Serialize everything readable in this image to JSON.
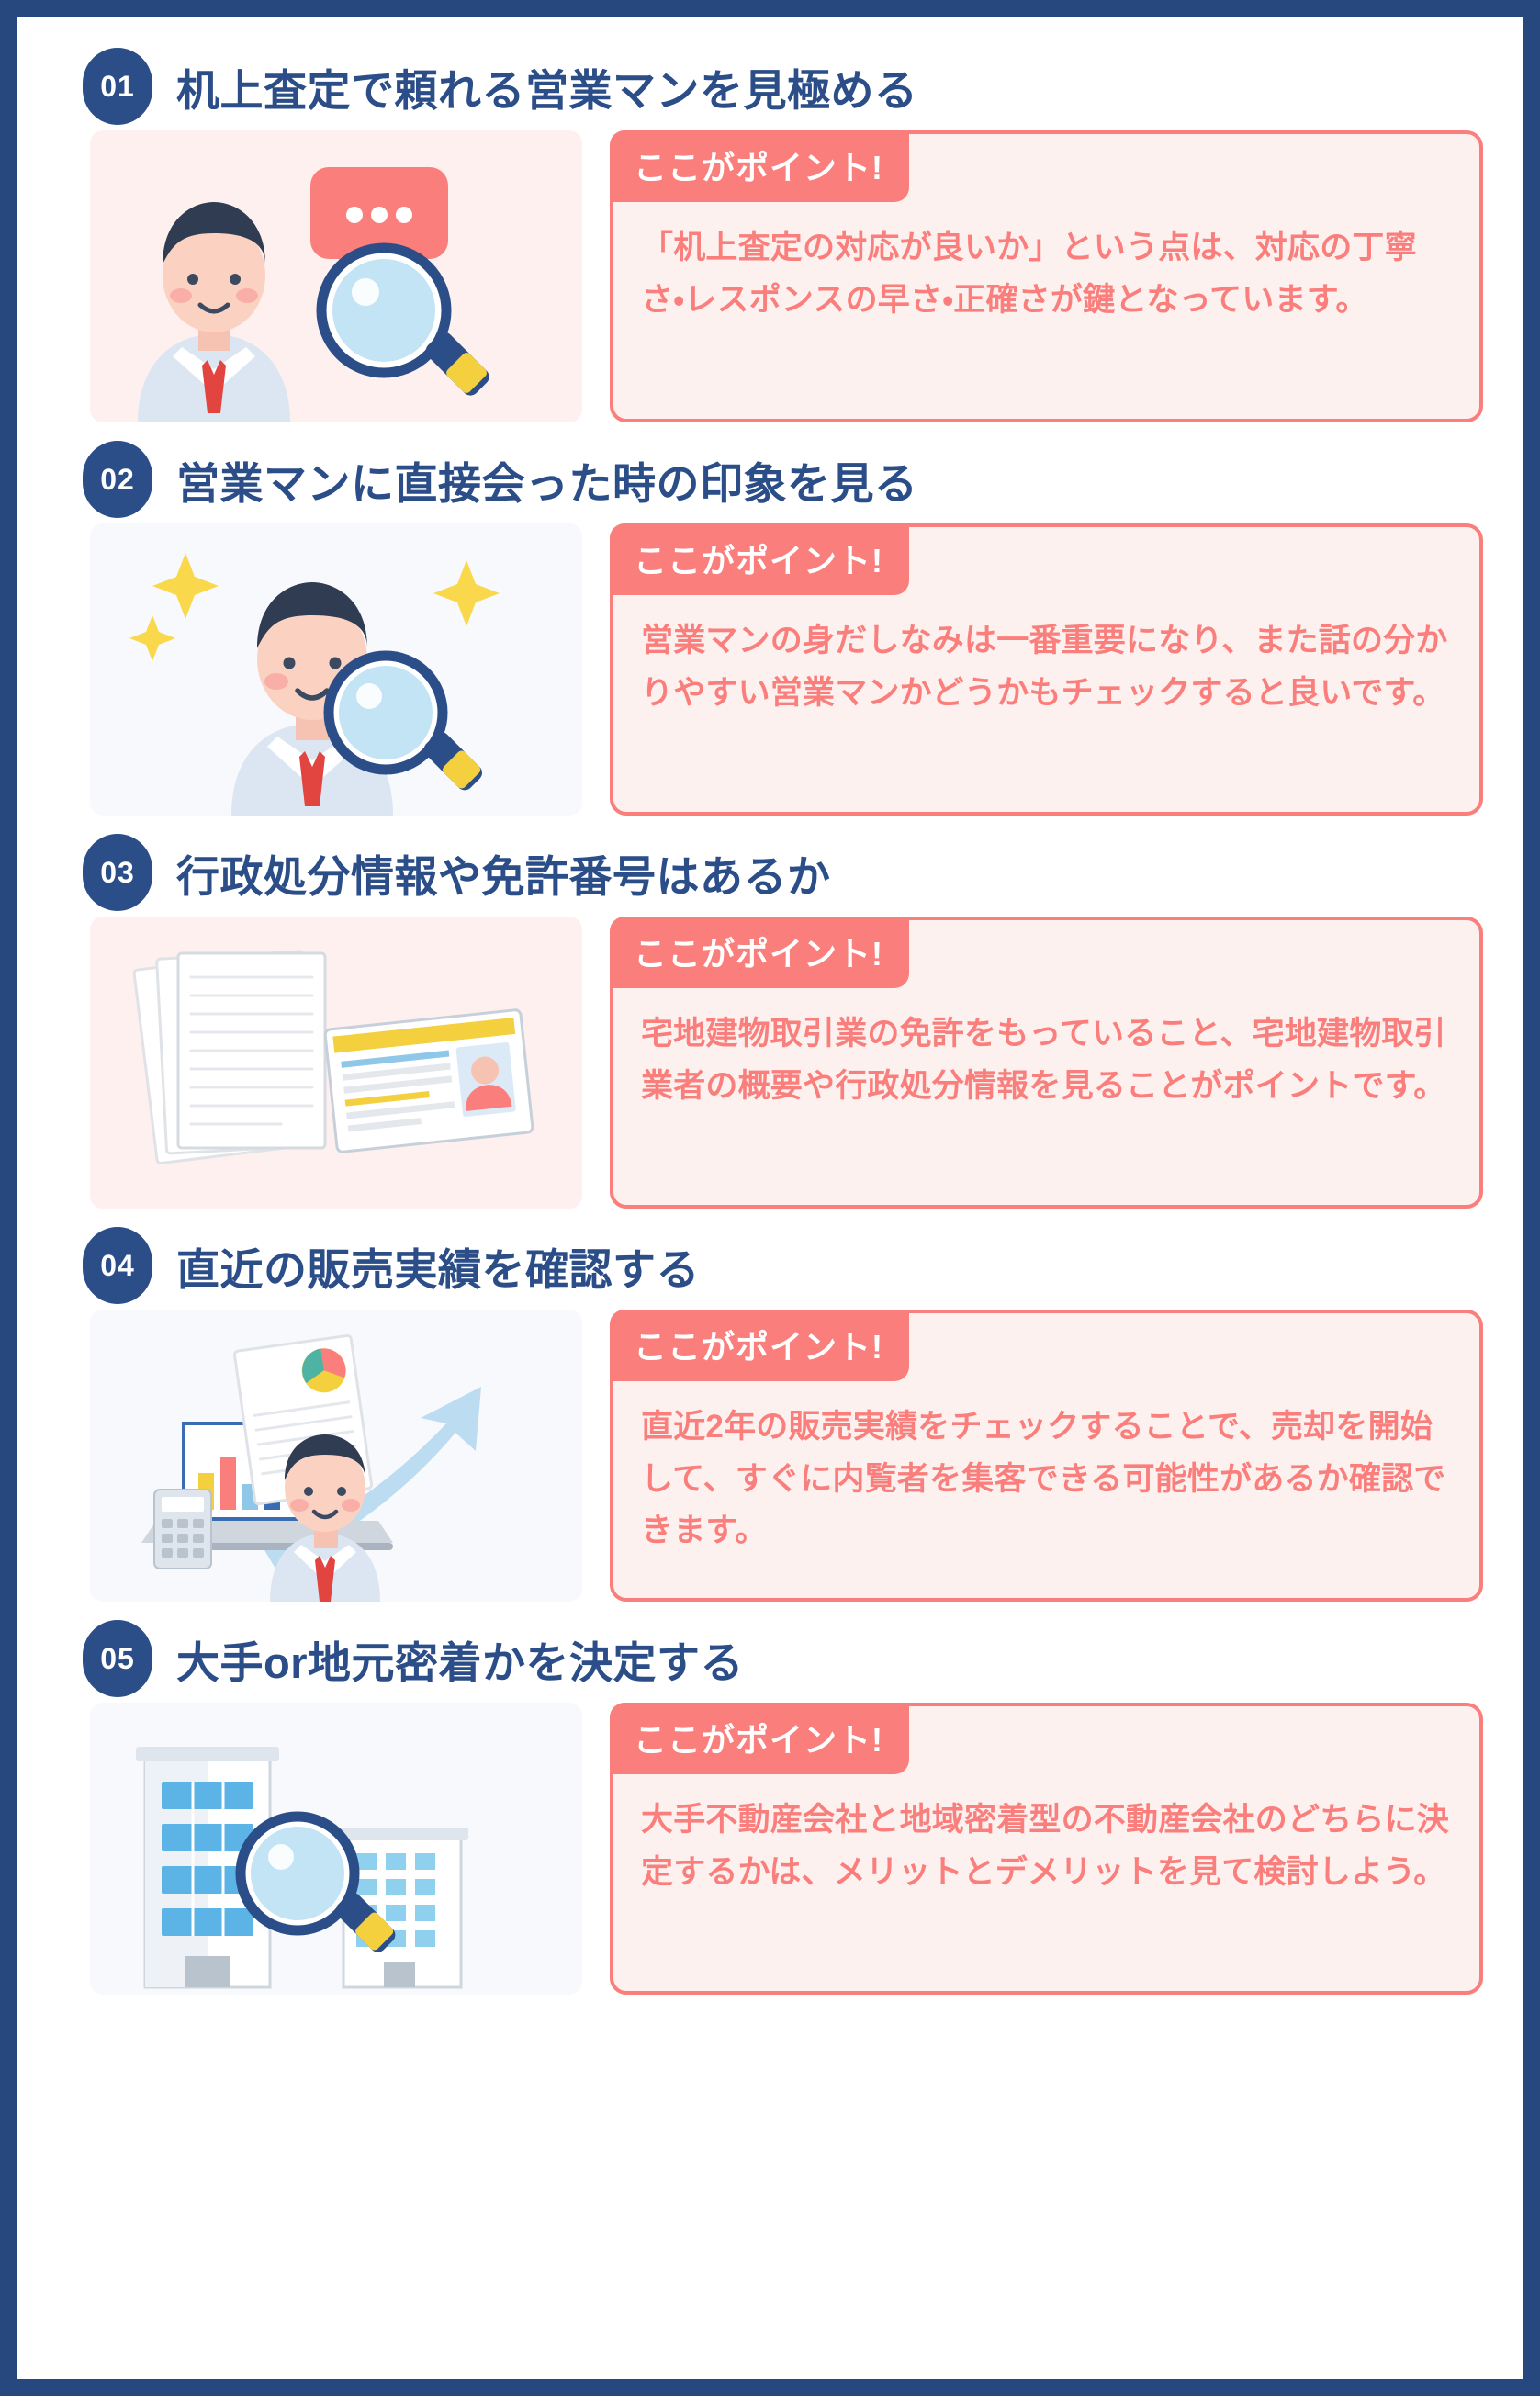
{
  "theme": {
    "frame_color": "#27477f",
    "heading_color": "#2b4d88",
    "accent_color": "#fa7f7c",
    "callout_bg": "#fdf1ef",
    "illus_pink_bg": "#fdf0ee",
    "illus_blue_bg": "#f7f9fc",
    "badge_bg": "#2b4d88"
  },
  "point_label": "ここがポイント!",
  "sections": [
    {
      "number": "01",
      "title": "机上査定で頼れる営業マンを見極める",
      "point_label": "ここがポイント!",
      "body": "「机上査定の対応が良いか」という点は、対応の丁寧さ・レスポンスの早さ・正確さが鍵となっています。",
      "illustration": "salesman-speech-magnifier",
      "illustration_bg": "pink"
    },
    {
      "number": "02",
      "title": "営業マンに直接会った時の印象を見る",
      "point_label": "ここがポイント!",
      "body": "営業マンの身だしなみは一番重要になり、また話の分かりやすい営業マンかどうかもチェックすると良いです。",
      "illustration": "smiling-salesman-sparkles-magnifier",
      "illustration_bg": "blue"
    },
    {
      "number": "03",
      "title": "行政処分情報や免許番号はあるか",
      "point_label": "ここがポイント!",
      "body": "宅地建物取引業の免許をもっていること、宅地建物取引業者の概要や行政処分情報を見ることがポイントです。",
      "illustration": "documents-and-license-card",
      "illustration_bg": "pink"
    },
    {
      "number": "04",
      "title": "直近の販売実績を確認する",
      "point_label": "ここがポイント!",
      "body": "直近2年の販売実績をチェックすることで、売却を開始して、すぐに内覧者を集客できる可能性があるか確認できます。",
      "illustration": "laptop-charts-growth-arrow",
      "illustration_bg": "blue"
    },
    {
      "number": "05",
      "title": "大手or地元密着かを決定する",
      "point_label": "ここがポイント!",
      "body": "大手不動産会社と地域密着型の不動産会社のどちらに決定するかは、メリットとデメリットを見て検討しよう。",
      "illustration": "buildings-and-magnifier",
      "illustration_bg": "blue"
    }
  ]
}
